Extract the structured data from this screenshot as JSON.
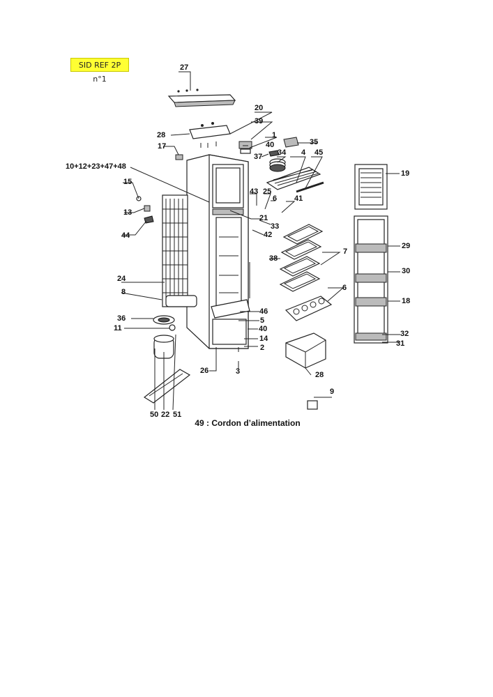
{
  "ref_tag": "SID REF 2P n°1",
  "caption": "49 : Cordon d’alimentation",
  "labels": {
    "l27": "27",
    "l20": "20",
    "l39": "39",
    "l28top": "28",
    "l1": "1",
    "l35": "35",
    "l17": "17",
    "l40a": "40",
    "l37": "37",
    "l34": "34",
    "l4": "4",
    "l45": "45",
    "l10group": "10+12+23+47+48",
    "l19": "19",
    "l15": "15",
    "l43": "43",
    "l25": "25",
    "l6a": "6",
    "l41": "41",
    "l13": "13",
    "l21": "21",
    "l33": "33",
    "l44": "44",
    "l42": "42",
    "l29": "29",
    "l38": "38",
    "l7": "7",
    "l30": "30",
    "l24": "24",
    "l8": "8",
    "l6b": "6",
    "l18": "18",
    "l46": "46",
    "l36": "36",
    "l5": "5",
    "l11": "11",
    "l40b": "40",
    "l14": "14",
    "l32": "32",
    "l2": "2",
    "l31": "31",
    "l26": "26",
    "l3": "3",
    "l28bot": "28",
    "l9": "9",
    "l50": "50",
    "l22": "22",
    "l51": "51"
  }
}
